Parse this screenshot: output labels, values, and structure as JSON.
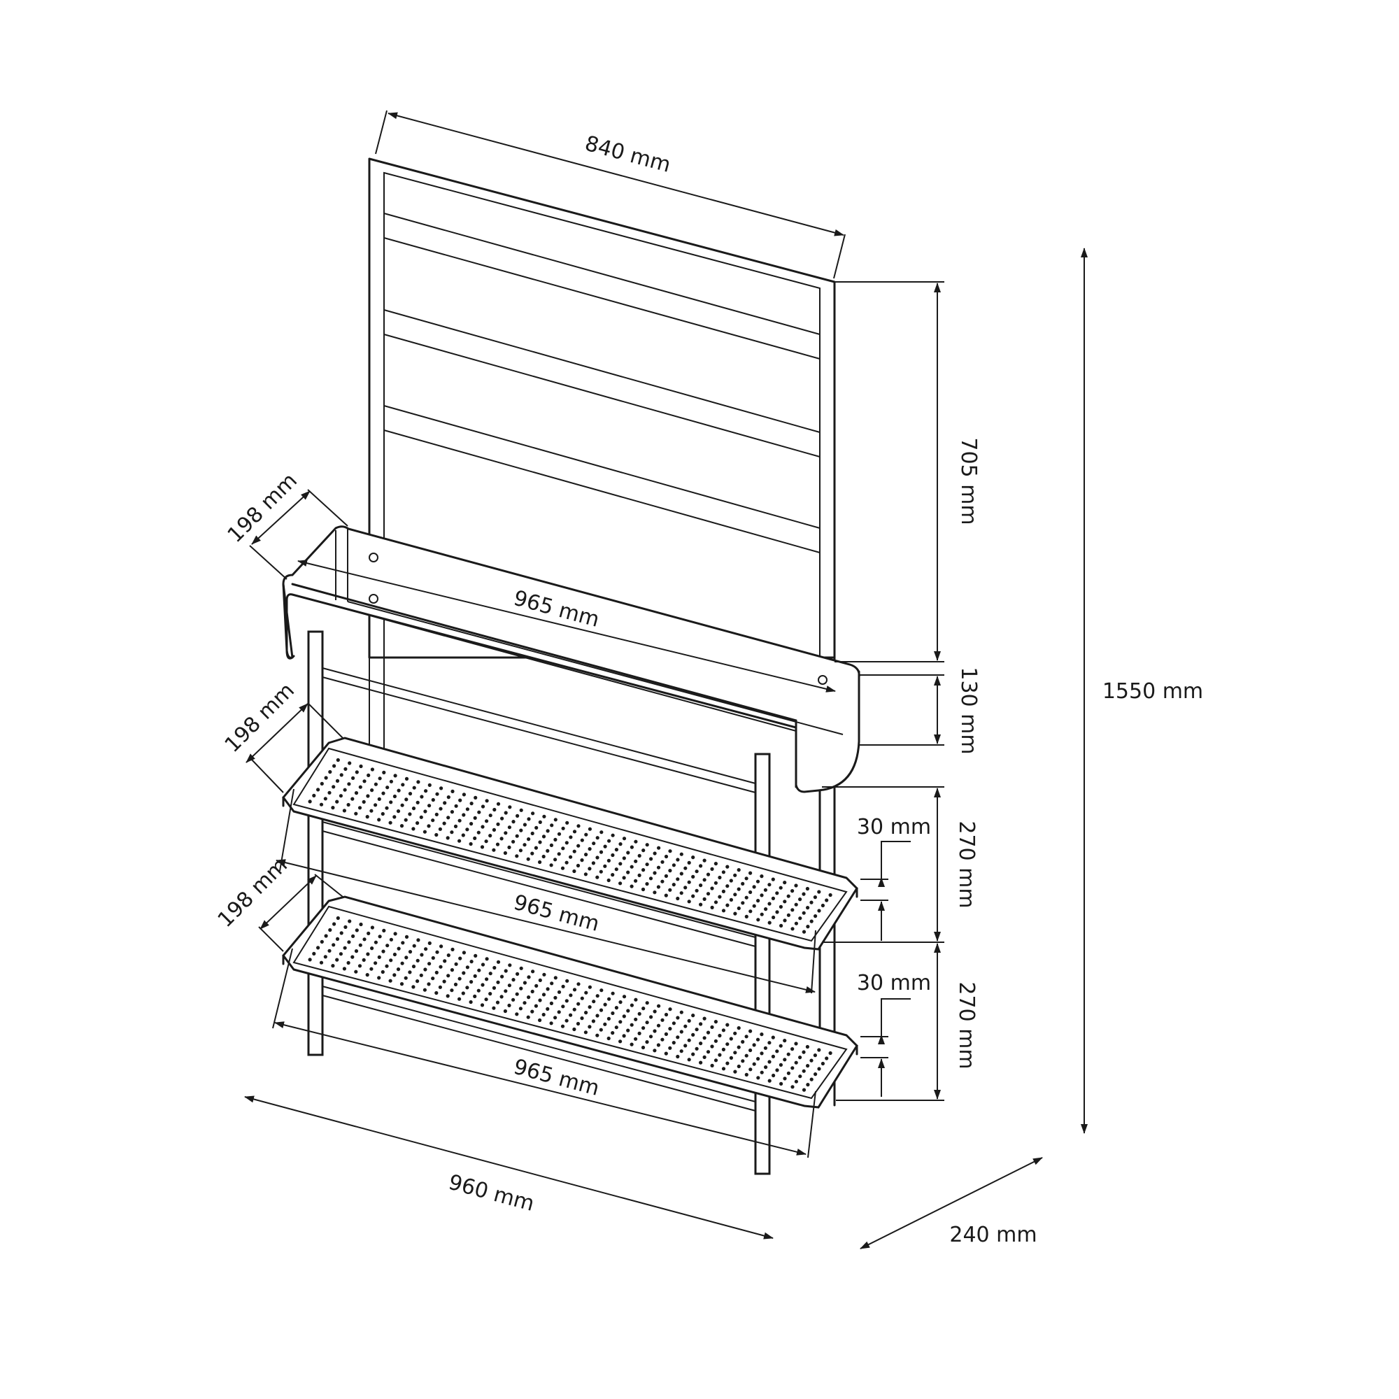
{
  "dimensions": {
    "trellis_width": "840 mm",
    "trellis_height": "705 mm",
    "planter_depth": "198 mm",
    "planter_length": "965 mm",
    "planter_height": "130 mm",
    "shelf1_depth": "198 mm",
    "shelf1_length": "965 mm",
    "shelf1_rim": "30 mm",
    "shelf1_spacing": "270 mm",
    "shelf2_depth": "198 mm",
    "shelf2_length": "965 mm",
    "shelf2_rim": "30 mm",
    "shelf2_spacing": "270 mm",
    "total_height": "1550 mm",
    "total_width": "960 mm",
    "total_depth": "240 mm"
  }
}
